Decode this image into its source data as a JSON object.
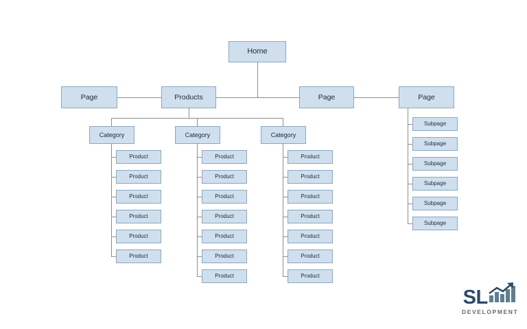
{
  "diagram": {
    "type": "sitemap-tree",
    "background": "#ffffff",
    "node_fill": "#cfdfee",
    "node_border": "#8ba6bf",
    "edge_color": "#8d8d8d",
    "root": {
      "label": "Home"
    },
    "level2": [
      {
        "label": "Page"
      },
      {
        "label": "Products"
      },
      {
        "label": "Page"
      },
      {
        "label": "Page"
      }
    ],
    "categories": [
      {
        "label": "Category"
      },
      {
        "label": "Category"
      },
      {
        "label": "Category"
      }
    ],
    "product_columns": [
      {
        "items": [
          {
            "label": "Product"
          },
          {
            "label": "Product"
          },
          {
            "label": "Product"
          },
          {
            "label": "Product"
          },
          {
            "label": "Product"
          },
          {
            "label": "Product"
          }
        ]
      },
      {
        "items": [
          {
            "label": "Product"
          },
          {
            "label": "Product"
          },
          {
            "label": "Product"
          },
          {
            "label": "Product"
          },
          {
            "label": "Product"
          },
          {
            "label": "Product"
          },
          {
            "label": "Product"
          }
        ]
      },
      {
        "items": [
          {
            "label": "Product"
          },
          {
            "label": "Product"
          },
          {
            "label": "Product"
          },
          {
            "label": "Product"
          },
          {
            "label": "Product"
          },
          {
            "label": "Product"
          },
          {
            "label": "Product"
          }
        ]
      }
    ],
    "subpages": [
      {
        "label": "Subpage"
      },
      {
        "label": "Subpage"
      },
      {
        "label": "Subpage"
      },
      {
        "label": "Subpage"
      },
      {
        "label": "Subpage"
      },
      {
        "label": "Subpage"
      }
    ]
  },
  "logo": {
    "mark_text": "SL",
    "wordmark": "DEVELOPMENT",
    "text_color": "#2b4a68",
    "word_color": "#5e6b75",
    "bar_color": "#5d7e93",
    "arrow_color": "#2f4b60"
  }
}
